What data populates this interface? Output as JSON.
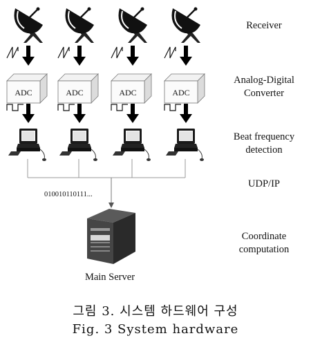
{
  "diagram": {
    "channel_count": 4,
    "adc_label": "ADC",
    "bitstream": "010010110111...",
    "server_label": "Main Server",
    "stages": [
      {
        "lines": [
          "Receiver"
        ]
      },
      {
        "lines": [
          "Analog-Digital",
          "Converter"
        ]
      },
      {
        "lines": [
          "Beat frequency",
          "detection"
        ]
      },
      {
        "lines": [
          "UDP/IP"
        ]
      },
      {
        "lines": [
          "Coordinate",
          "computation"
        ]
      }
    ]
  },
  "caption": {
    "korean": "그림 3. 시스템 하드웨어 구성",
    "english": "Fig. 3 System hardware"
  }
}
